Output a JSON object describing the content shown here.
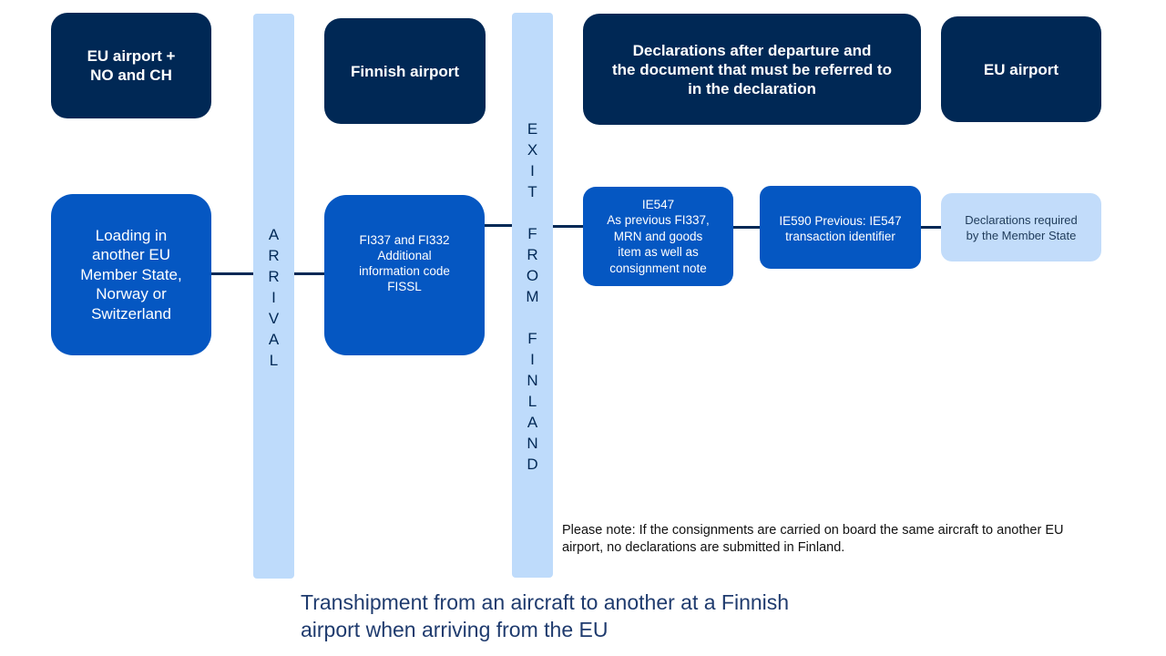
{
  "headers": {
    "eu_no_ch": "EU airport +\nNO and CH",
    "finnish_airport": "Finnish airport",
    "declarations_after": "Declarations after departure and\nthe document that must be referred to\nin the declaration",
    "eu_airport": "EU airport"
  },
  "bars": {
    "arrival": "ARRIVAL",
    "exit_line1": "EXIT",
    "exit_line2": "FROM",
    "exit_line3": "FINLAND"
  },
  "flow": {
    "loading": "Loading in\nanother EU\nMember State,\nNorway or\nSwitzerland",
    "fi337": "FI337 and FI332\nAdditional\ninformation code\nFISSL",
    "ie547": "IE547\nAs previous FI337,\nMRN and goods\nitem as well as\nconsignment note",
    "ie590": "IE590 Previous: IE547\ntransaction identifier",
    "declarations_required": "Declarations required\nby the Member State"
  },
  "note": "Please note: If the consignments are carried on board the same aircraft to another EU airport, no declarations are submitted in Finland.",
  "caption": "Transhipment from an aircraft to another at a Finnish\nairport when arriving from the EU",
  "colors": {
    "dark_navy": "#002855",
    "flow_blue": "#0557c2",
    "light_blue": "#c2dcfa",
    "bar_blue": "#bedbfb"
  }
}
